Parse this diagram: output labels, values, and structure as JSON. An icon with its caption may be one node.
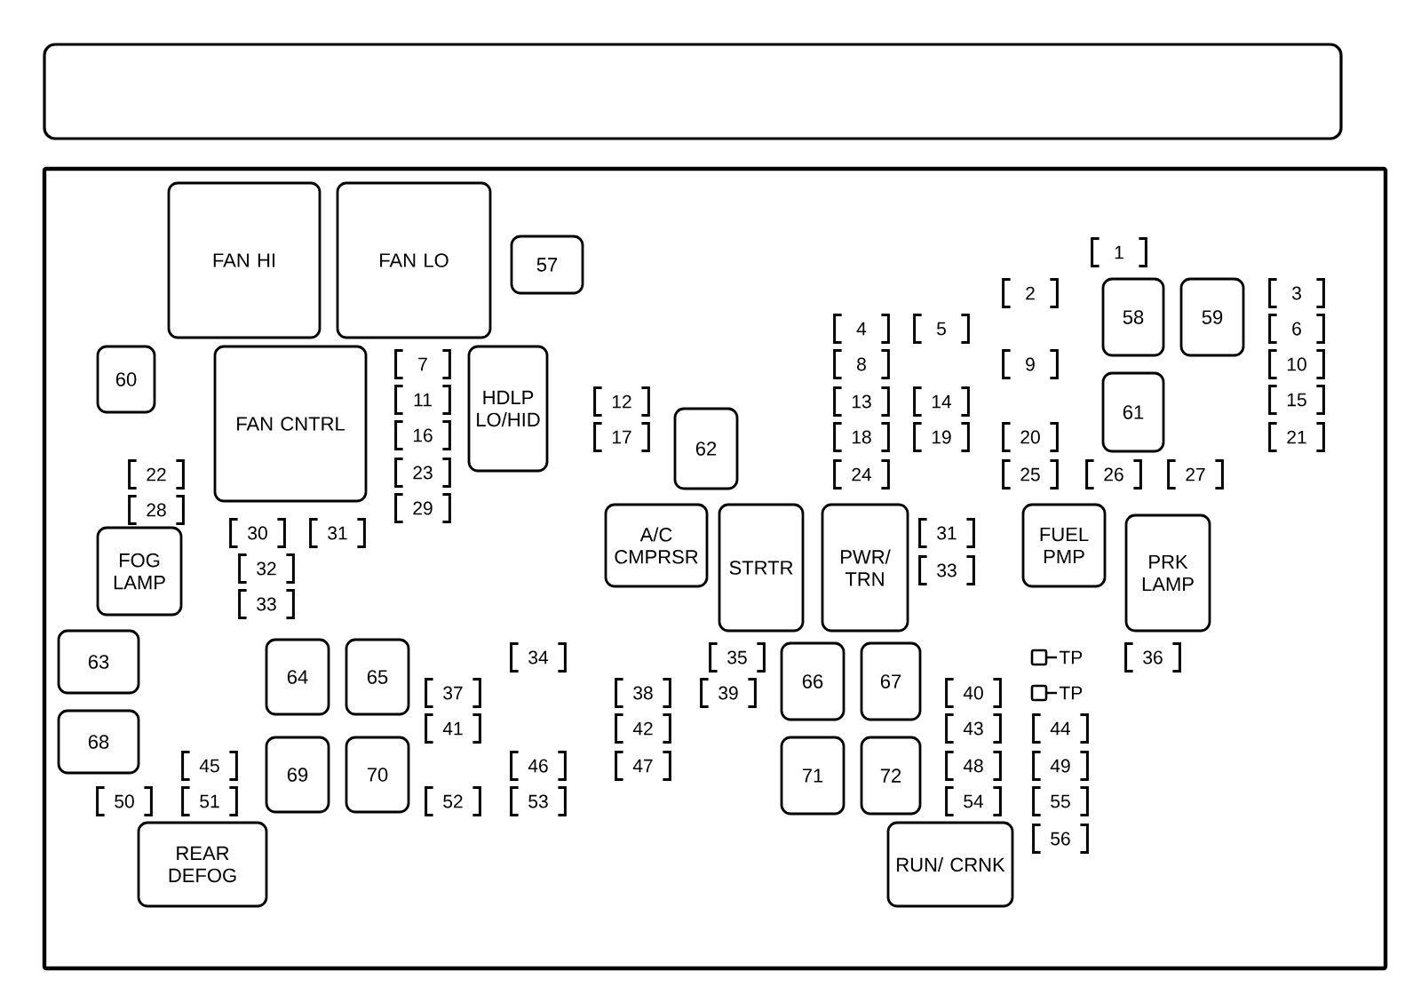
{
  "diagram": {
    "nodes": [
      {
        "text": [],
        "shape": "box"
      },
      {
        "text": [],
        "shape": "box"
      },
      {
        "text": [
          "FAN HI"
        ],
        "in": 1
      },
      {
        "text": [
          "FAN LO"
        ],
        "in": 1
      },
      {
        "text": [
          "57"
        ],
        "in": 1
      },
      {
        "text": [
          "1"
        ],
        "in": 1
      },
      {
        "text": [
          "2"
        ],
        "in": 1
      },
      {
        "text": [
          "58"
        ],
        "in": 1
      },
      {
        "text": [
          "59"
        ],
        "in": 1
      },
      {
        "text": [
          "3"
        ],
        "in": 1
      },
      {
        "text": [
          "4"
        ],
        "in": 1
      },
      {
        "text": [
          "5"
        ],
        "in": 1
      },
      {
        "text": [
          "6"
        ],
        "in": 1
      },
      {
        "text": [
          "60"
        ],
        "in": 1
      },
      {
        "text": [
          "FAN CNTRL"
        ],
        "in": 1
      },
      {
        "text": [
          "7"
        ],
        "in": 1
      },
      {
        "text": [
          "HDLP LO/HID"
        ],
        "in": 1
      },
      {
        "text": [
          "8"
        ],
        "in": 1
      },
      {
        "text": [
          "9"
        ],
        "in": 1
      },
      {
        "text": [
          "10"
        ],
        "in": 1
      },
      {
        "text": [
          "11"
        ],
        "in": 1
      },
      {
        "text": [
          "12"
        ],
        "in": 1
      },
      {
        "text": [
          "13"
        ],
        "in": 1
      },
      {
        "text": [
          "14"
        ],
        "in": 1
      },
      {
        "text": [
          "61"
        ],
        "in": 1
      },
      {
        "text": [
          "15"
        ],
        "in": 1
      },
      {
        "text": [
          "16"
        ],
        "in": 1
      },
      {
        "text": [
          "17"
        ],
        "in": 1
      },
      {
        "text": [
          "62"
        ],
        "in": 1
      },
      {
        "text": [
          "18"
        ],
        "in": 1
      },
      {
        "text": [
          "19"
        ],
        "in": 1
      },
      {
        "text": [
          "20"
        ],
        "in": 1
      },
      {
        "text": [
          "21"
        ],
        "in": 1
      },
      {
        "text": [
          "22"
        ],
        "in": 1
      },
      {
        "text": [
          "23"
        ],
        "in": 1
      },
      {
        "text": [
          "24"
        ],
        "in": 1
      },
      {
        "text": [
          "25"
        ],
        "in": 1
      },
      {
        "text": [
          "26"
        ],
        "in": 1
      },
      {
        "text": [
          "27"
        ],
        "in": 1
      },
      {
        "text": [
          "28"
        ],
        "in": 1
      },
      {
        "text": [
          "29"
        ],
        "in": 1
      },
      {
        "text": [
          "30"
        ],
        "in": 1
      },
      {
        "text": [
          "31"
        ],
        "in": 1
      },
      {
        "text": [
          "A/C CMPRSR"
        ],
        "in": 1
      },
      {
        "text": [
          "STRTR"
        ],
        "in": 1
      },
      {
        "text": [
          "PWR/ TRN"
        ],
        "in": 1
      },
      {
        "text": [
          "31"
        ],
        "in": 1
      },
      {
        "text": [
          "FUEL PMP"
        ],
        "in": 1
      },
      {
        "text": [
          "PRK LAMP"
        ],
        "in": 1
      },
      {
        "text": [
          "FOG LAMP"
        ],
        "in": 1
      },
      {
        "text": [
          "32"
        ],
        "in": 1
      },
      {
        "text": [
          "33"
        ],
        "in": 1
      },
      {
        "text": [
          "33"
        ],
        "in": 1
      },
      {
        "text": [
          "63"
        ],
        "in": 1
      },
      {
        "text": [
          "64"
        ],
        "in": 1
      },
      {
        "text": [
          "65"
        ],
        "in": 1
      },
      {
        "text": [
          "34"
        ],
        "in": 1
      },
      {
        "text": [
          "35"
        ],
        "in": 1
      },
      {
        "text": [
          "66"
        ],
        "in": 1
      },
      {
        "text": [
          "67"
        ],
        "in": 1
      },
      {
        "text": [
          "36"
        ],
        "in": 1
      },
      {
        "text": [
          "37"
        ],
        "in": 1
      },
      {
        "text": [
          "38"
        ],
        "in": 1
      },
      {
        "text": [
          "39"
        ],
        "in": 1
      },
      {
        "text": [
          "40"
        ],
        "in": 1
      },
      {
        "text": [
          "68"
        ],
        "in": 1
      },
      {
        "text": [
          "41"
        ],
        "in": 1
      },
      {
        "text": [
          "42"
        ],
        "in": 1
      },
      {
        "text": [
          "43"
        ],
        "in": 1
      },
      {
        "text": [
          "44"
        ],
        "in": 1
      },
      {
        "text": [
          "69"
        ],
        "in": 1
      },
      {
        "text": [
          "70"
        ],
        "in": 1
      },
      {
        "text": [
          "71"
        ],
        "in": 1
      },
      {
        "text": [
          "72"
        ],
        "in": 1
      },
      {
        "text": [
          "45"
        ],
        "in": 1
      },
      {
        "text": [
          "46"
        ],
        "in": 1
      },
      {
        "text": [
          "47"
        ],
        "in": 1
      },
      {
        "text": [
          "48"
        ],
        "in": 1
      },
      {
        "text": [
          "49"
        ],
        "in": 1
      },
      {
        "text": [
          "50"
        ],
        "in": 1
      },
      {
        "text": [
          "51"
        ],
        "in": 1
      },
      {
        "text": [
          "52"
        ],
        "in": 1
      },
      {
        "text": [
          "53"
        ],
        "in": 1
      },
      {
        "text": [
          "54"
        ],
        "in": 1
      },
      {
        "text": [
          "55"
        ],
        "in": 1
      },
      {
        "text": [
          "REAR DEFOG"
        ],
        "in": 1
      },
      {
        "text": [
          "RUN/ CRNK"
        ],
        "in": 1
      },
      {
        "text": [
          "56"
        ],
        "in": 1
      }
    ],
    "labels": [
      "TP",
      "TP"
    ]
  }
}
